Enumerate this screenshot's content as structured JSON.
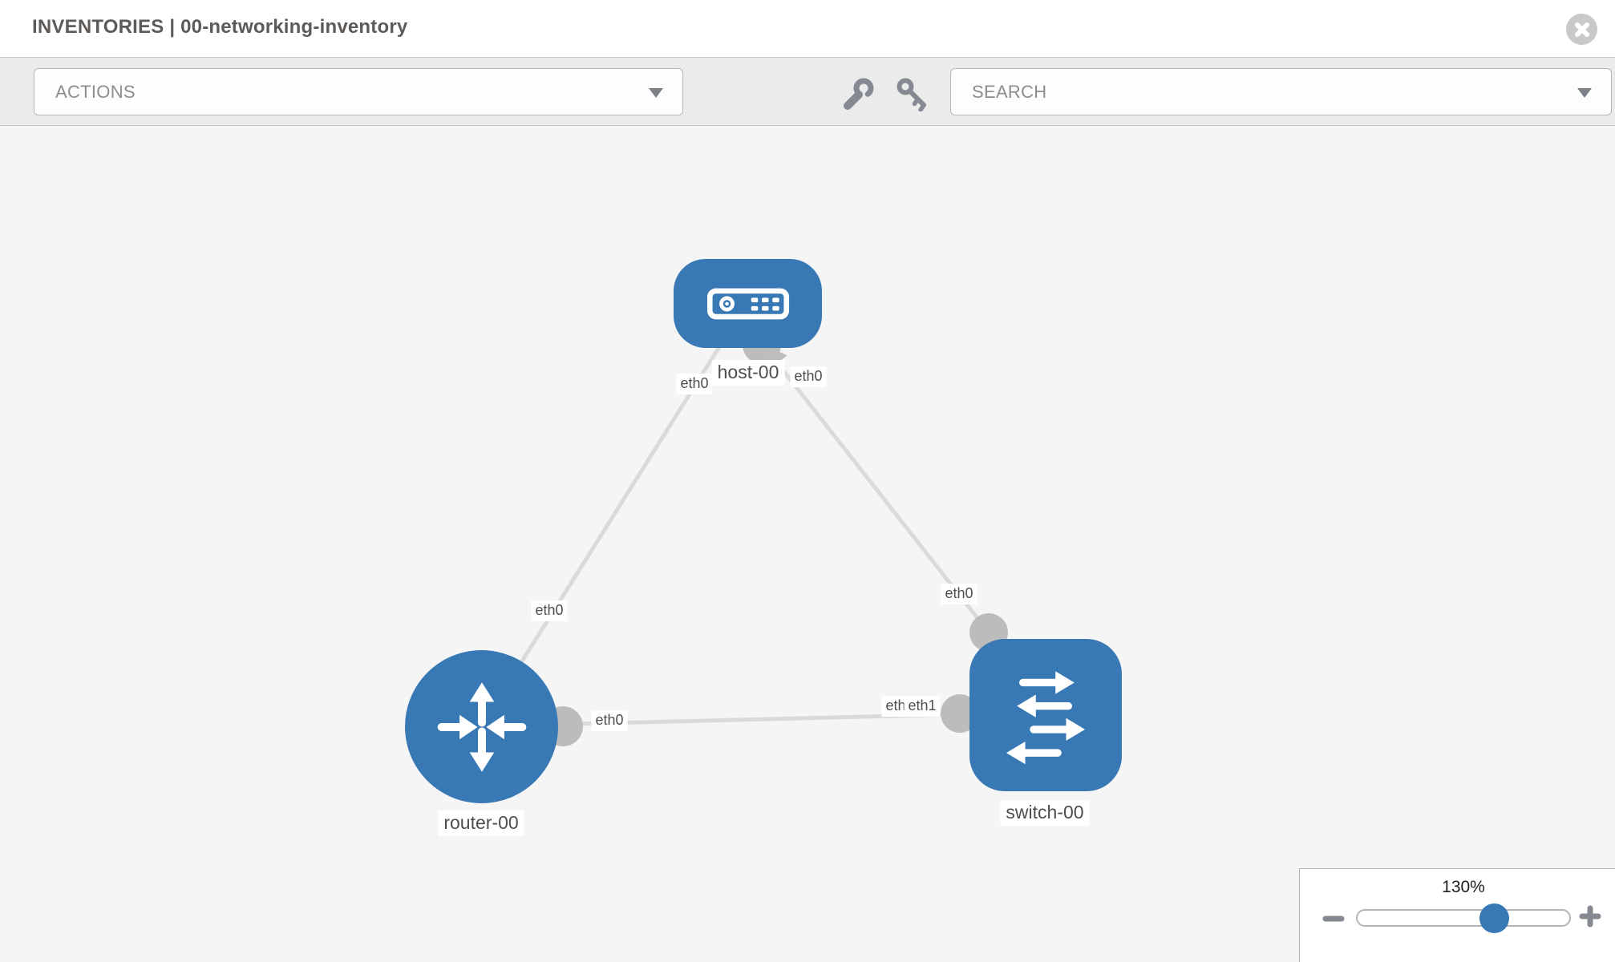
{
  "header": {
    "title": "INVENTORIES | 00-networking-inventory",
    "close_icon": "x-circle-icon"
  },
  "toolbar": {
    "actions": {
      "placeholder": "ACTIONS"
    },
    "tools": [
      {
        "icon": "wrench-icon"
      },
      {
        "icon": "key-icon"
      }
    ],
    "search": {
      "placeholder": "SEARCH"
    }
  },
  "topology": {
    "nodes": [
      {
        "id": "host-00",
        "label": "host-00",
        "type": "host",
        "shape": "rounded-rect",
        "icon": "server-icon"
      },
      {
        "id": "router-00",
        "label": "router-00",
        "type": "router",
        "shape": "circle",
        "icon": "router-arrows-icon"
      },
      {
        "id": "switch-00",
        "label": "switch-00",
        "type": "switch",
        "shape": "rounded-square",
        "icon": "switch-arrows-icon"
      }
    ],
    "interfaces": {
      "host_left": "eth0",
      "host_right": "eth0",
      "router_top": "eth0",
      "router_right": "eth0",
      "switch_top": "eth0",
      "switch_left_back": "eth0",
      "switch_left_front": "eth1"
    },
    "links": [
      {
        "from": "router-00",
        "from_if": "eth0",
        "to": "host-00",
        "to_if": "eth0"
      },
      {
        "from": "host-00",
        "from_if": "eth0",
        "to": "switch-00",
        "to_if": "eth0"
      },
      {
        "from": "router-00",
        "from_if": "eth0",
        "to": "switch-00",
        "to_if": "eth1"
      }
    ]
  },
  "zoom_control": {
    "level": "130%"
  },
  "colors": {
    "node_blue": "#3878b5",
    "link_gray": "#dadada",
    "connector_gray": "#bcbcbc",
    "toolbar_bg": "#ebebeb",
    "canvas_bg": "#f5f5f6",
    "title_gray": "#5d5a58"
  }
}
